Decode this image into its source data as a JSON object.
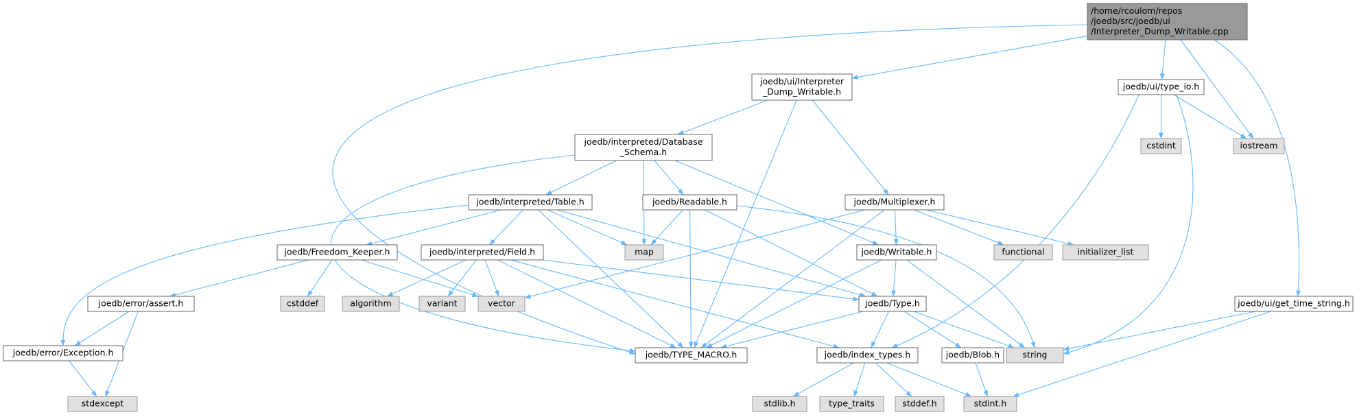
{
  "colors": {
    "edge": "#63b8ff",
    "root_fill": "#999999",
    "root_border": "#666666",
    "local_fill": "#ffffff",
    "local_border": "#666666",
    "system_fill": "#e0e0e0",
    "system_border": "#999999"
  },
  "nodes": [
    {
      "id": "root",
      "kind": "root",
      "lines": [
        "/home/rcoulom/repos",
        "/joedb/src/joedb/ui",
        "/Interpreter_Dump_Writable.cpp"
      ]
    },
    {
      "id": "interp_dump_h",
      "kind": "local",
      "lines": [
        "joedb/ui/Interpreter",
        "_Dump_Writable.h"
      ]
    },
    {
      "id": "type_io",
      "kind": "local",
      "lines": [
        "joedb/ui/type_io.h"
      ]
    },
    {
      "id": "cstdint",
      "kind": "system",
      "lines": [
        "cstdint"
      ]
    },
    {
      "id": "iostream",
      "kind": "system",
      "lines": [
        "iostream"
      ]
    },
    {
      "id": "db_schema",
      "kind": "local",
      "lines": [
        "joedb/interpreted/Database",
        "_Schema.h"
      ]
    },
    {
      "id": "table",
      "kind": "local",
      "lines": [
        "joedb/interpreted/Table.h"
      ]
    },
    {
      "id": "readable",
      "kind": "local",
      "lines": [
        "joedb/Readable.h"
      ]
    },
    {
      "id": "multiplexer",
      "kind": "local",
      "lines": [
        "joedb/Multiplexer.h"
      ]
    },
    {
      "id": "freedom",
      "kind": "local",
      "lines": [
        "joedb/Freedom_Keeper.h"
      ]
    },
    {
      "id": "field",
      "kind": "local",
      "lines": [
        "joedb/interpreted/Field.h"
      ]
    },
    {
      "id": "map",
      "kind": "system",
      "lines": [
        "map"
      ]
    },
    {
      "id": "writable",
      "kind": "local",
      "lines": [
        "joedb/Writable.h"
      ]
    },
    {
      "id": "functional",
      "kind": "system",
      "lines": [
        "functional"
      ]
    },
    {
      "id": "init_list",
      "kind": "system",
      "lines": [
        "initializer_list"
      ]
    },
    {
      "id": "assert",
      "kind": "local",
      "lines": [
        "joedb/error/assert.h"
      ]
    },
    {
      "id": "cstddef",
      "kind": "system",
      "lines": [
        "cstddef"
      ]
    },
    {
      "id": "algorithm",
      "kind": "system",
      "lines": [
        "algorithm"
      ]
    },
    {
      "id": "variant",
      "kind": "system",
      "lines": [
        "variant"
      ]
    },
    {
      "id": "vector",
      "kind": "system",
      "lines": [
        "vector"
      ]
    },
    {
      "id": "type_h",
      "kind": "local",
      "lines": [
        "joedb/Type.h"
      ]
    },
    {
      "id": "get_time",
      "kind": "local",
      "lines": [
        "joedb/ui/get_time_string.h"
      ]
    },
    {
      "id": "exception",
      "kind": "local",
      "lines": [
        "joedb/error/Exception.h"
      ]
    },
    {
      "id": "type_macro",
      "kind": "local",
      "lines": [
        "joedb/TYPE_MACRO.h"
      ]
    },
    {
      "id": "index_types",
      "kind": "local",
      "lines": [
        "joedb/index_types.h"
      ]
    },
    {
      "id": "blob",
      "kind": "local",
      "lines": [
        "joedb/Blob.h"
      ]
    },
    {
      "id": "string",
      "kind": "system",
      "lines": [
        "string"
      ]
    },
    {
      "id": "stdexcept",
      "kind": "system",
      "lines": [
        "stdexcept"
      ]
    },
    {
      "id": "stdlib",
      "kind": "system",
      "lines": [
        "stdlib.h"
      ]
    },
    {
      "id": "type_traits",
      "kind": "system",
      "lines": [
        "type_traits"
      ]
    },
    {
      "id": "stddef",
      "kind": "system",
      "lines": [
        "stddef.h"
      ]
    },
    {
      "id": "stdint",
      "kind": "system",
      "lines": [
        "stdint.h"
      ]
    }
  ],
  "edges": [
    [
      "root",
      "type_macro"
    ],
    [
      "root",
      "interp_dump_h"
    ],
    [
      "root",
      "type_io"
    ],
    [
      "root",
      "iostream"
    ],
    [
      "root",
      "get_time"
    ],
    [
      "interp_dump_h",
      "db_schema"
    ],
    [
      "interp_dump_h",
      "type_macro"
    ],
    [
      "interp_dump_h",
      "multiplexer"
    ],
    [
      "type_io",
      "cstdint"
    ],
    [
      "type_io",
      "iostream"
    ],
    [
      "type_io",
      "index_types"
    ],
    [
      "type_io",
      "string"
    ],
    [
      "db_schema",
      "table"
    ],
    [
      "db_schema",
      "map"
    ],
    [
      "db_schema",
      "readable"
    ],
    [
      "db_schema",
      "writable"
    ],
    [
      "db_schema",
      "type_macro"
    ],
    [
      "table",
      "freedom"
    ],
    [
      "table",
      "field"
    ],
    [
      "table",
      "map"
    ],
    [
      "table",
      "type_h"
    ],
    [
      "table",
      "exception"
    ],
    [
      "table",
      "type_macro"
    ],
    [
      "readable",
      "map"
    ],
    [
      "readable",
      "type_macro"
    ],
    [
      "readable",
      "type_h"
    ],
    [
      "readable",
      "string"
    ],
    [
      "multiplexer",
      "writable"
    ],
    [
      "multiplexer",
      "functional"
    ],
    [
      "multiplexer",
      "init_list"
    ],
    [
      "multiplexer",
      "vector"
    ],
    [
      "multiplexer",
      "type_macro"
    ],
    [
      "freedom",
      "assert"
    ],
    [
      "freedom",
      "cstddef"
    ],
    [
      "freedom",
      "vector"
    ],
    [
      "field",
      "algorithm"
    ],
    [
      "field",
      "variant"
    ],
    [
      "field",
      "vector"
    ],
    [
      "field",
      "type_h"
    ],
    [
      "field",
      "type_macro"
    ],
    [
      "field",
      "index_types"
    ],
    [
      "writable",
      "type_h"
    ],
    [
      "writable",
      "type_macro"
    ],
    [
      "writable",
      "string"
    ],
    [
      "assert",
      "exception"
    ],
    [
      "assert",
      "stdexcept"
    ],
    [
      "exception",
      "stdexcept"
    ],
    [
      "type_h",
      "type_macro"
    ],
    [
      "type_h",
      "index_types"
    ],
    [
      "type_h",
      "blob"
    ],
    [
      "type_h",
      "string"
    ],
    [
      "index_types",
      "stdlib"
    ],
    [
      "index_types",
      "type_traits"
    ],
    [
      "index_types",
      "stddef"
    ],
    [
      "index_types",
      "stdint"
    ],
    [
      "blob",
      "stdint"
    ],
    [
      "get_time",
      "string"
    ],
    [
      "get_time",
      "stdint"
    ]
  ]
}
